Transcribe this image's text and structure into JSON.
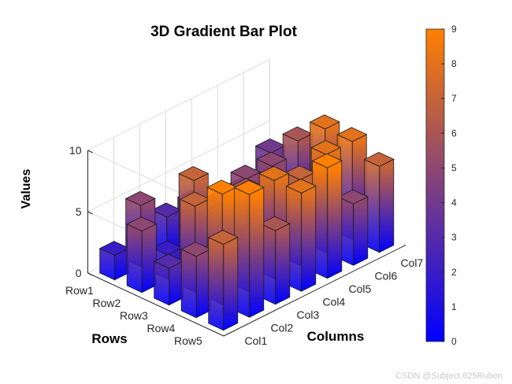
{
  "chart_data": {
    "type": "bar3d",
    "title": "3D Gradient Bar Plot",
    "xlabel": "Columns",
    "ylabel": "Rows",
    "zlabel": "Values",
    "columns": [
      "Col1",
      "Col2",
      "Col3",
      "Col4",
      "Col5",
      "Col6",
      "Col7"
    ],
    "rows": [
      "Row1",
      "Row2",
      "Row3",
      "Row4",
      "Row5"
    ],
    "values": [
      [
        2,
        5,
        3,
        3,
        1,
        2,
        4
      ],
      [
        5,
        2,
        7,
        4,
        5,
        5,
        6
      ],
      [
        3,
        7,
        5,
        6,
        1,
        2,
        8
      ],
      [
        5,
        9,
        4,
        8,
        7,
        8,
        8
      ],
      [
        7,
        10,
        6,
        8,
        9,
        5,
        7
      ]
    ],
    "zlim": [
      0,
      10
    ],
    "zticks": [
      "0",
      "5",
      "10"
    ],
    "colorbar": {
      "min": 0,
      "max": 9,
      "ticks": [
        "0",
        "1",
        "2",
        "3",
        "4",
        "5",
        "6",
        "7",
        "8",
        "9"
      ],
      "low_color": "#0000ff",
      "high_color": "#ff8000"
    },
    "grid": true
  },
  "watermark": "CSDN @Subject.625Ruben"
}
